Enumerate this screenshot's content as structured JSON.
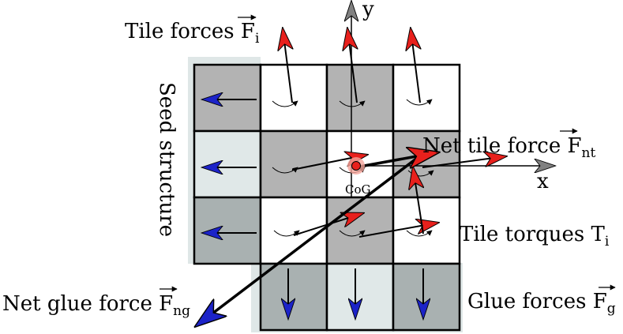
{
  "labels": {
    "tile_forces": {
      "text": "Tile forces F",
      "sub": "i"
    },
    "net_tile_force": {
      "text": "Net tile force F",
      "sub": "nt"
    },
    "tile_torques": {
      "text": "Tile torques T",
      "sub": "i"
    },
    "glue_forces": {
      "text": "Glue forces F",
      "sub": "g"
    },
    "net_glue_force": {
      "text": "Net glue force F",
      "sub": "ng"
    },
    "seed_structure": "Seed structure",
    "cog": "CoG",
    "axis_x": "x",
    "axis_y": "y"
  },
  "colors": {
    "tile_dark": "#b3b3b3",
    "tile_white": "#ffffff",
    "seed_dark": "#a9b1b1",
    "seed_light": "#e0e8e8",
    "seed_bg": "#dfe7e7",
    "red_arrow": "#e8201c",
    "blue_arrow": "#1c23c8",
    "axis_arrow": "#808080",
    "cog_color": "#e8201c"
  }
}
